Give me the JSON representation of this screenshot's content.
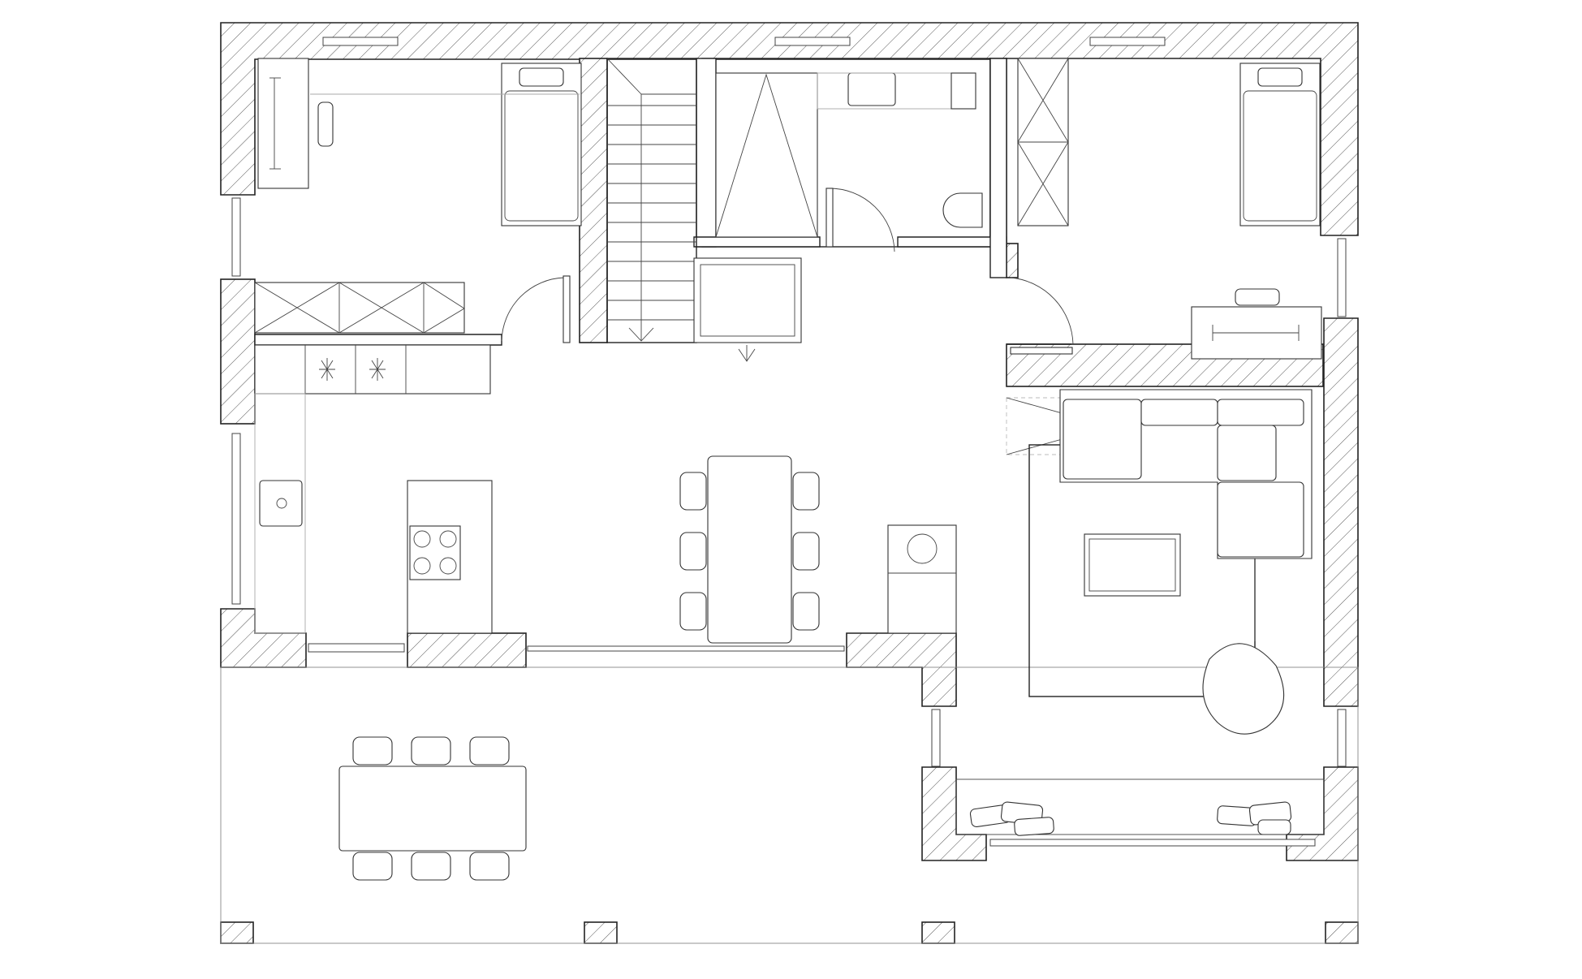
{
  "drawing": {
    "kind": "architectural floor plan",
    "style": "black line drawing on white, hatched walls",
    "colors": {
      "background": "#ffffff",
      "line": "#222222",
      "light_line": "#aaaaaa"
    }
  },
  "furniture_counts": {
    "beds": 2,
    "desks": 2,
    "indoor_dining_chairs": 6,
    "terrace_dining_chairs": 6,
    "cooktop_burners": 4
  }
}
